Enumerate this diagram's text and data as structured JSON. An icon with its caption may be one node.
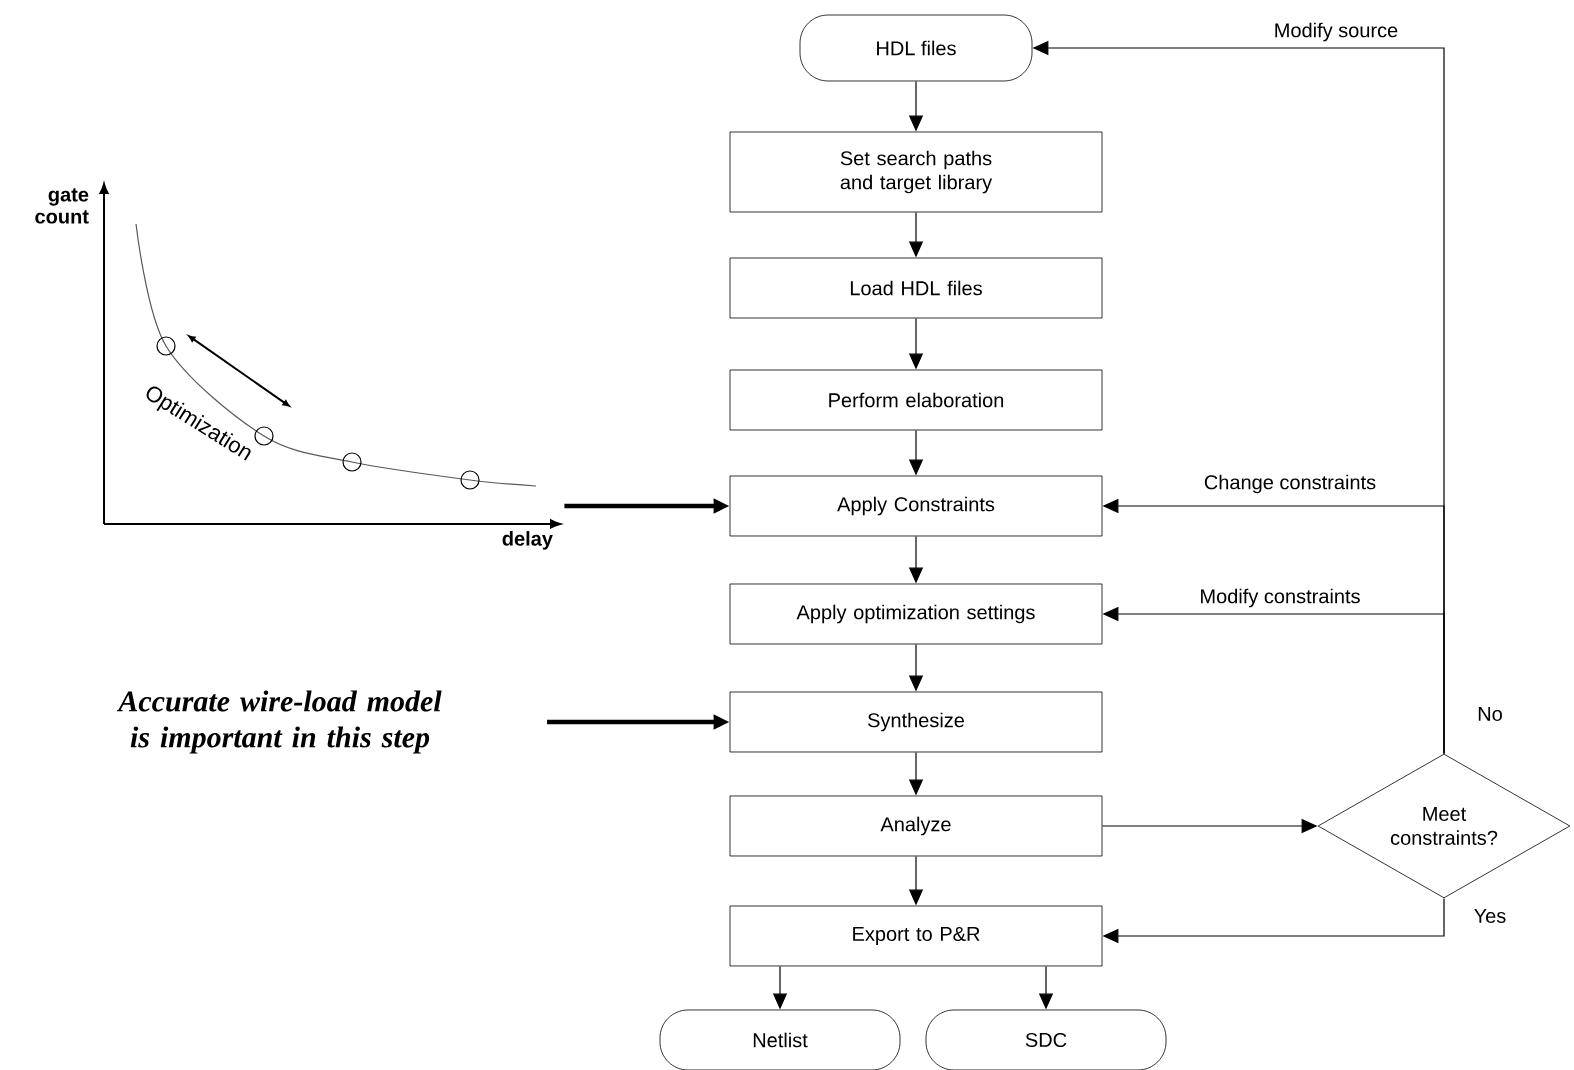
{
  "diagram": {
    "nodes": [
      {
        "text": [
          "HDL files"
        ]
      },
      {
        "text": [
          "Set search paths and target library"
        ]
      },
      {
        "text": [
          "Load HDL files"
        ]
      },
      {
        "text": [
          "Perform elaboration"
        ]
      },
      {
        "text": [
          "Apply Constraints"
        ]
      },
      {
        "text": [
          "Apply optimization settings"
        ]
      },
      {
        "text": [
          "Synthesize"
        ]
      },
      {
        "text": [
          "Analyze"
        ]
      },
      {
        "text": [
          "Export to P&R"
        ]
      },
      {
        "text": [
          "Netlist"
        ]
      },
      {
        "text": [
          "SDC"
        ]
      },
      {
        "text": [
          "Meet constraints?"
        ]
      },
      {
        "text": [
          "Accurate wire-load model is important in this step"
        ]
      },
      {
        "text": [],
        "shape": "picture"
      }
    ],
    "edges": [
      {
        "from": 0,
        "to": 1,
        "arrow": "to"
      },
      {
        "from": 1,
        "to": 2,
        "arrow": "to"
      },
      {
        "from": 2,
        "to": 3,
        "arrow": "to"
      },
      {
        "from": 3,
        "to": 4,
        "arrow": "to"
      },
      {
        "from": 4,
        "to": 5,
        "arrow": "to"
      },
      {
        "from": 5,
        "to": 6,
        "arrow": "to"
      },
      {
        "from": 6,
        "to": 7,
        "arrow": "to"
      },
      {
        "from": 7,
        "to": 8,
        "arrow": "to"
      },
      {
        "from": 8,
        "to": 9,
        "arrow": "to"
      },
      {
        "from": 8,
        "to": 10,
        "arrow": "to"
      },
      {
        "from": 7,
        "to": 11,
        "arrow": "to"
      },
      {
        "from": 11,
        "to": 8,
        "arrow": "to",
        "label": "Yes"
      },
      {
        "from": 11,
        "to": 0,
        "arrow": "to",
        "label": "Modify source"
      },
      {
        "from": 11,
        "to": 4,
        "arrow": "to",
        "label": "Change constraints"
      },
      {
        "from": 11,
        "to": 5,
        "arrow": "to",
        "label": "Modify constraints"
      },
      {
        "from": 13,
        "to": 4,
        "arrow": "to",
        "style": "thick"
      },
      {
        "from": 12,
        "to": 6,
        "arrow": "to",
        "style": "thick"
      }
    ],
    "labels": [
      "gate count",
      "delay",
      "Optimization",
      "No"
    ]
  }
}
